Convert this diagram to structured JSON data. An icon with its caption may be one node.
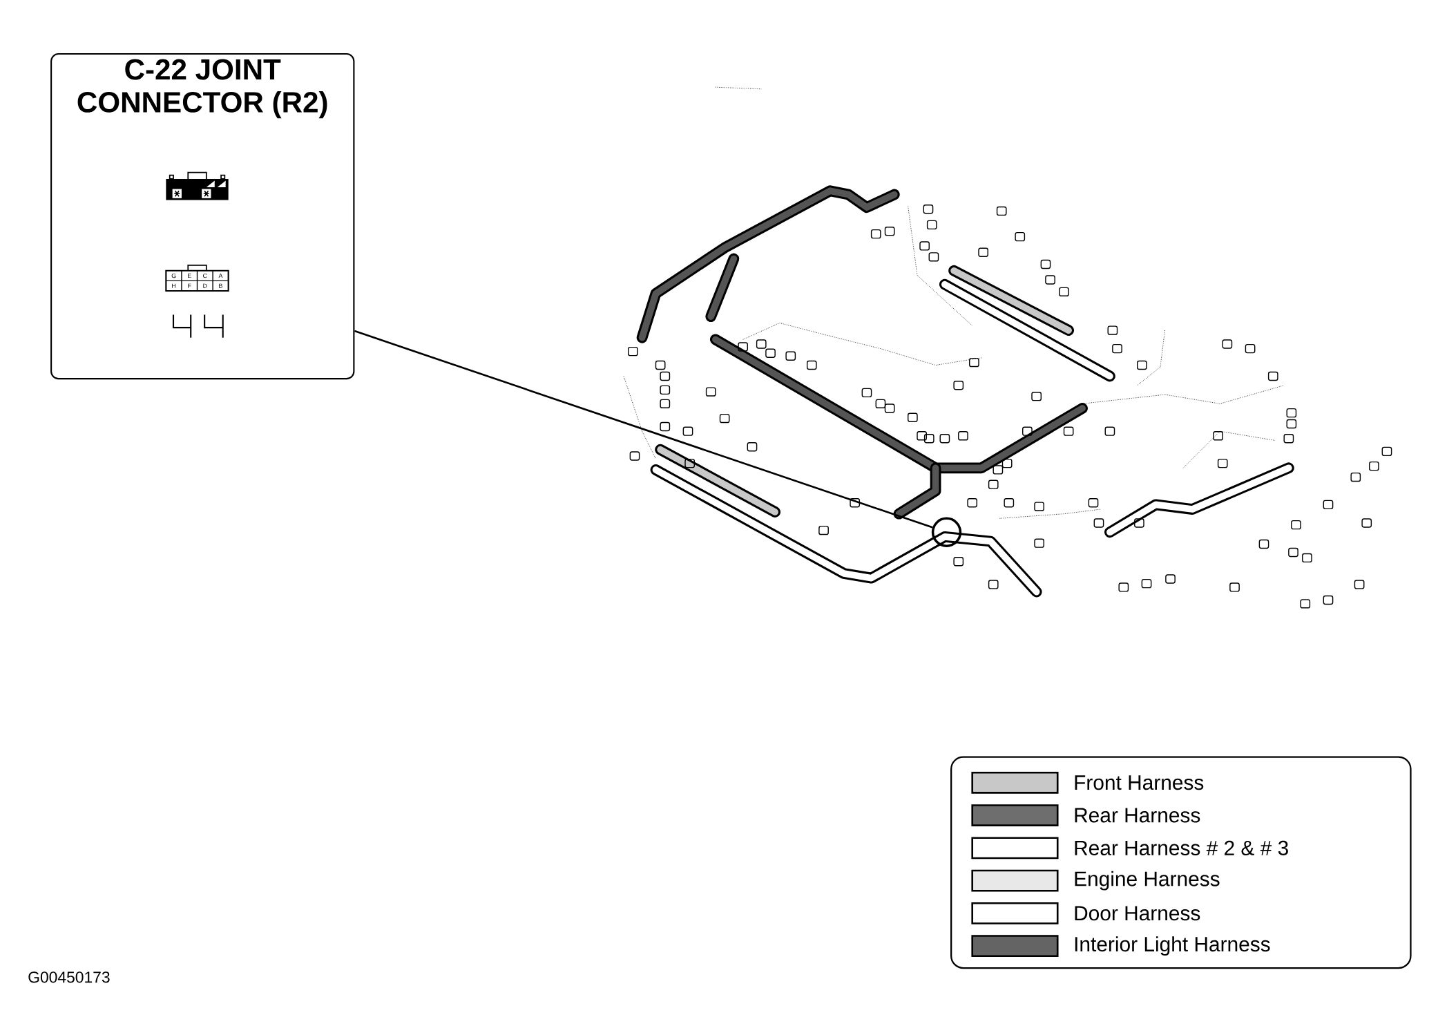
{
  "diagram": {
    "nodes": [
      {
        "text": [
          "C-22 JOINT CONNECTOR (R2)"
        ]
      },
      {
        "text": [],
        "shape": "circle"
      }
    ],
    "edges": [
      {
        "from": 0,
        "to": 1,
        "arrow": "none"
      }
    ],
    "labels": [
      "G",
      "E",
      "C",
      "A",
      "H",
      "F",
      "D",
      "B",
      "G00450173"
    ],
    "legend": [
      {
        "text": "Front Harness",
        "color": "#c8c8c8"
      },
      {
        "text": "Rear Harness",
        "color": "#6e6e6e"
      },
      {
        "text": "Rear Harness # 2 & # 3"
      },
      {
        "text": "Engine Harness",
        "color": "#e8e8e8"
      },
      {
        "text": "Door Harness"
      },
      {
        "text": "Interior Light Harness",
        "color": "#646464"
      }
    ]
  }
}
